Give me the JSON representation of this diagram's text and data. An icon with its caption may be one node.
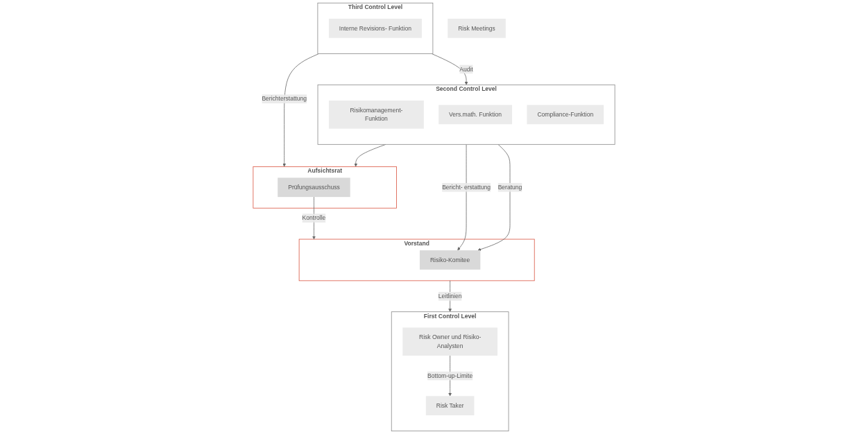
{
  "diagram": {
    "nodes": [
      {
        "text": [
          "Aufsichtsrat"
        ]
      },
      {
        "text": [
          "Prüfungsausschuss"
        ],
        "in": 0
      },
      {
        "text": [
          "Vorstand"
        ]
      },
      {
        "text": [
          "Risiko-Komitee"
        ],
        "in": 2
      },
      {
        "text": [
          "First Control Level"
        ]
      },
      {
        "text": [
          "Risk Owner und Risiko-Analysten"
        ],
        "in": 4
      },
      {
        "text": [
          "Risk Taker"
        ],
        "in": 4
      },
      {
        "text": [
          "Risk Meetings"
        ]
      },
      {
        "text": [
          "Second Control Level"
        ]
      },
      {
        "text": [
          "Risikomanagement-Funktion"
        ],
        "in": 8
      },
      {
        "text": [
          "Vers.math. Funktion"
        ],
        "in": 8
      },
      {
        "text": [
          "Compliance-Funktion"
        ],
        "in": 8
      },
      {
        "text": [
          "Third Control Level"
        ]
      },
      {
        "text": [
          "Interne Revisions- Funktion"
        ],
        "in": 12
      }
    ],
    "edges": [
      {
        "from": 1,
        "to": 2,
        "arrow": "to",
        "label": "Kontrolle"
      },
      {
        "from": 2,
        "to": 4,
        "arrow": "to",
        "label": "Leitlinien"
      },
      {
        "from": 8,
        "to": 0,
        "arrow": "to"
      },
      {
        "from": 8,
        "to": 3,
        "arrow": "to",
        "label": "Bericht- erstattung"
      },
      {
        "from": 8,
        "to": 3,
        "arrow": "to",
        "label": "Beratung"
      },
      {
        "from": 12,
        "to": 0,
        "arrow": "to",
        "label": "Berichterstattung"
      },
      {
        "from": 12,
        "to": 8,
        "arrow": "to",
        "label": "Audit"
      },
      {
        "from": 5,
        "to": 6,
        "arrow": "to",
        "label": "Bottom-up-Limite"
      }
    ]
  }
}
